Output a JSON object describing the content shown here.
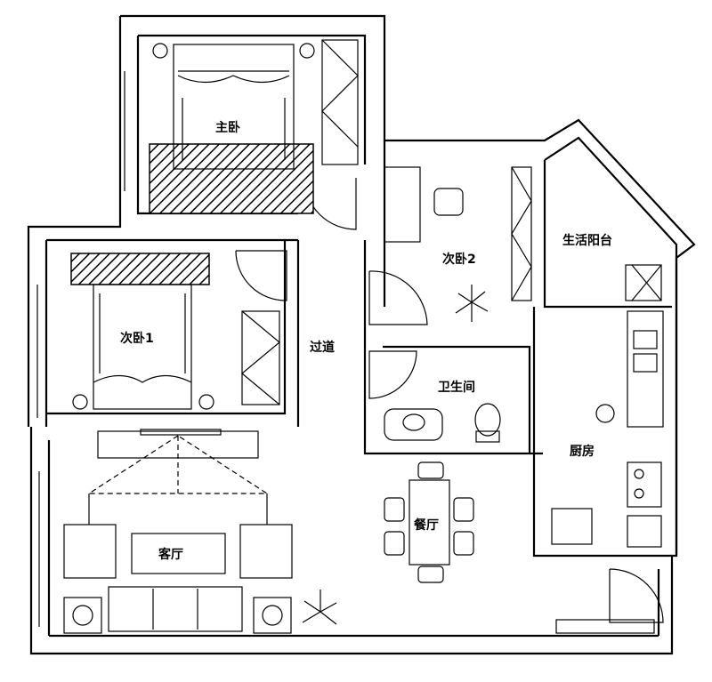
{
  "rooms": {
    "master_bedroom": "主卧",
    "bedroom2": "次卧2",
    "balcony": "生活阳台",
    "bedroom1": "次卧1",
    "corridor": "过道",
    "bathroom": "卫生间",
    "kitchen": "厨房",
    "dining": "餐厅",
    "living": "客厅"
  }
}
